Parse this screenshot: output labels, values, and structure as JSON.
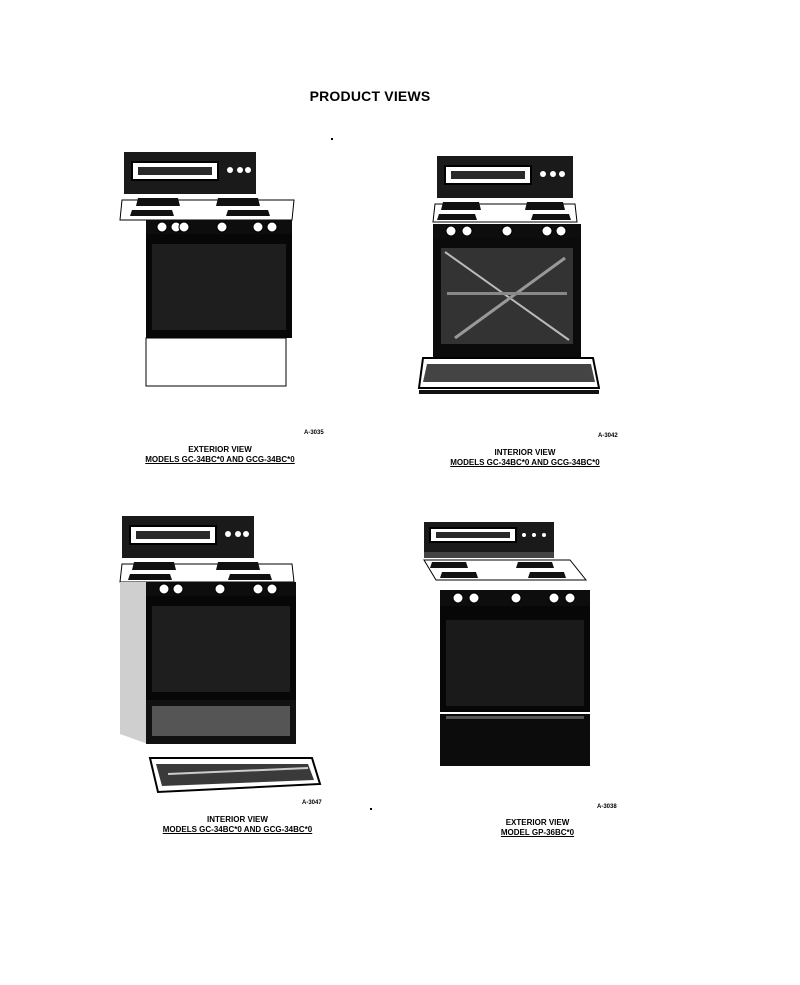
{
  "page": {
    "title": "PRODUCT VIEWS"
  },
  "figures": [
    {
      "id": "A-3035",
      "caption_line1": "EXTERIOR VIEW",
      "caption_line2": "MODELS GC-34BC*0 AND GCG-34BC*0",
      "icon": "range-exterior-icon"
    },
    {
      "id": "A-3042",
      "caption_line1": "INTERIOR VIEW",
      "caption_line2": "MODELS GC-34BC*0 AND GCG-34BC*0",
      "icon": "range-interior-door-open-icon"
    },
    {
      "id": "A-3047",
      "caption_line1": "INTERIOR VIEW",
      "caption_line2": "MODELS GC-34BC*0 AND GCG-34BC*0",
      "icon": "range-drawer-open-icon"
    },
    {
      "id": "A-3038",
      "caption_line1": "EXTERIOR VIEW",
      "caption_line2": "MODEL GP-36BC*0",
      "icon": "range-exterior-icon"
    }
  ]
}
